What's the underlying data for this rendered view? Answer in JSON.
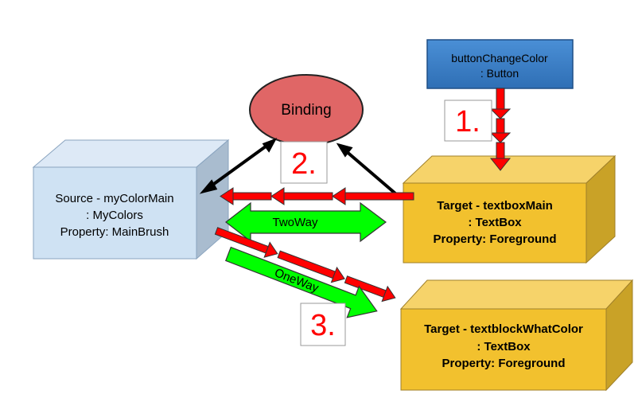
{
  "binding": {
    "label": "Binding"
  },
  "button_box": {
    "line1": "buttonChangeColor",
    "line2": ": Button"
  },
  "source_box": {
    "line1": "Source - myColorMain",
    "line2": ": MyColors",
    "line3": "Property: MainBrush"
  },
  "target_main": {
    "line1": "Target - textboxMain",
    "line2": ": TextBox",
    "line3": "Property: Foreground"
  },
  "target_block": {
    "line1": "Target - textblockWhatColor",
    "line2": ": TextBox",
    "line3": "Property: Foreground"
  },
  "arrows": {
    "twoway": "TwoWay",
    "oneway": "OneWay"
  },
  "steps": {
    "step1": "1.",
    "step2": "2.",
    "step3": "3."
  },
  "colors": {
    "binding_fill": "#e06666",
    "button_fill": "#3d7fc6",
    "source_front": "#cfe2f3",
    "source_top": "#dde9f6",
    "source_side": "#a9bccf",
    "target_front": "#f2c12e",
    "target_top": "#f6d36a",
    "target_side": "#c9a227",
    "green": "#00ff00",
    "red": "#ff0000"
  }
}
